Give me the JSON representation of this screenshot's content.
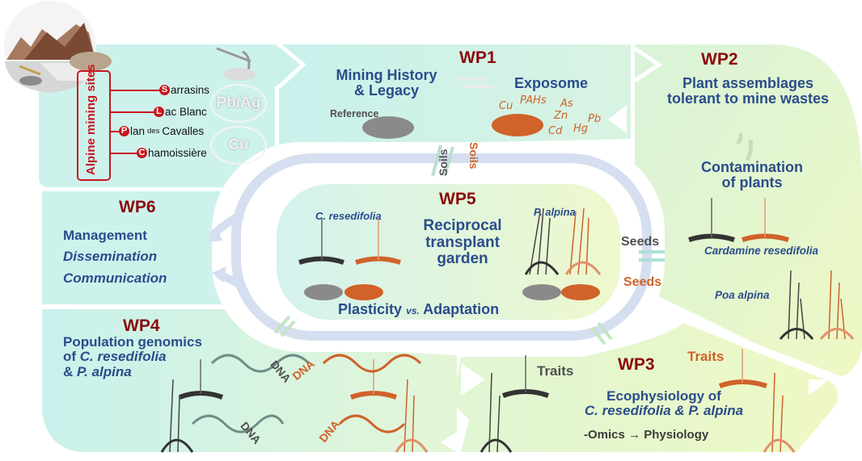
{
  "mining_sites": {
    "group_label": "Alpine mining sites",
    "sites": [
      {
        "initial": "S",
        "rest": "arrasins"
      },
      {
        "initial": "L",
        "rest": "ac Blanc"
      },
      {
        "initial": "P",
        "rest": "lan",
        "small": "des",
        "tail": "Cavalles"
      },
      {
        "initial": "C",
        "rest": "hamoissière"
      }
    ],
    "metals": [
      "Pb/Ag",
      "Cu"
    ],
    "icons": [
      "mountain-mine-icon",
      "pickaxe-icon",
      "ore-pile-icon"
    ]
  },
  "wp1": {
    "title": "WP1",
    "left_line1": "Mining History",
    "left_line2": "& Legacy",
    "right": "Exposome",
    "reference_label": "Reference",
    "contaminants": [
      "Cu",
      "PAHs",
      "As",
      "Zn",
      "Pb",
      "Cd",
      "Hg"
    ],
    "soils_labels": [
      "Soils",
      "Soils"
    ]
  },
  "wp2": {
    "title": "WP2",
    "line1": "Plant assemblages",
    "line2": "tolerant to mine wastes",
    "sub_line1": "Contamination",
    "sub_line2": "of plants",
    "species1": "Cardamine resedifolia",
    "species2": "Poa alpina"
  },
  "wp3": {
    "title": "WP3",
    "traits_left": "Traits",
    "traits_right": "Traits",
    "line1": "Ecophysiology of",
    "line2": "C. resedifolia & P. alpina",
    "line3_a": "-Omics",
    "line3_arrow": "→",
    "line3_b": "Physiology"
  },
  "wp4": {
    "title": "WP4",
    "line1": "Population genomics",
    "line2_a": "of ",
    "line2_b": "C. resedifolia",
    "line3_a": "& ",
    "line3_b": "P. alpina",
    "dna_labels": [
      "DNA",
      "DNA",
      "DNA",
      "DNA"
    ]
  },
  "wp5": {
    "title": "WP5",
    "species_left": "C. resedifolia",
    "species_right": "P. alpina",
    "line1": "Reciprocal",
    "line2": "transplant",
    "line3": "garden",
    "bottom_a": "Plasticity",
    "bottom_vs": "vs.",
    "bottom_b": "Adaptation",
    "seeds_labels": [
      "Seeds",
      "Seeds"
    ]
  },
  "wp6": {
    "title": "WP6",
    "line1": "Management",
    "line2": "Dissemination",
    "line3": "Communication"
  },
  "colors": {
    "wp_title": "#8b0a0a",
    "text_blue": "#2a4d8c",
    "orange": "#d0622a",
    "gray": "#505050",
    "mint": "#cdf2ec",
    "lime": "#e6f6c8",
    "ring": "#d5dff0",
    "site_red": "#c8161c"
  }
}
